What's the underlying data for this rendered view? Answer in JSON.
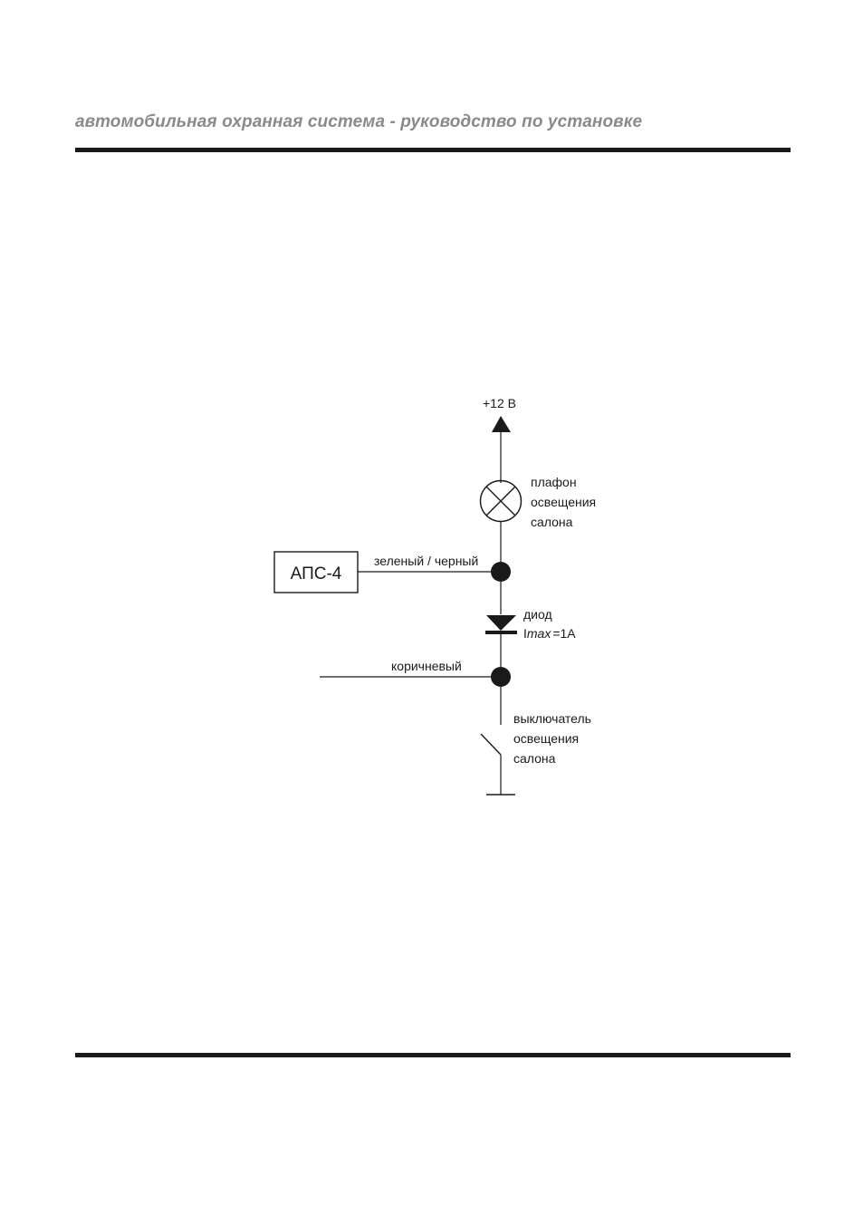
{
  "header": {
    "title": "автомобильная охранная система - руководство по установке"
  },
  "diagram": {
    "supply_label": "+12 В",
    "lamp_label_lines": [
      "плафон",
      "освещения",
      "салона"
    ],
    "module_label": "АПС-4",
    "module_wire_label": "зеленый / черный",
    "diode_label": "диод",
    "diode_rating_prefix": "I",
    "diode_rating_sub": "max",
    "diode_rating_value": "=1А",
    "brown_wire_label": "коричневый",
    "switch_label_lines": [
      "выключатель",
      "освещения",
      "салона"
    ]
  }
}
